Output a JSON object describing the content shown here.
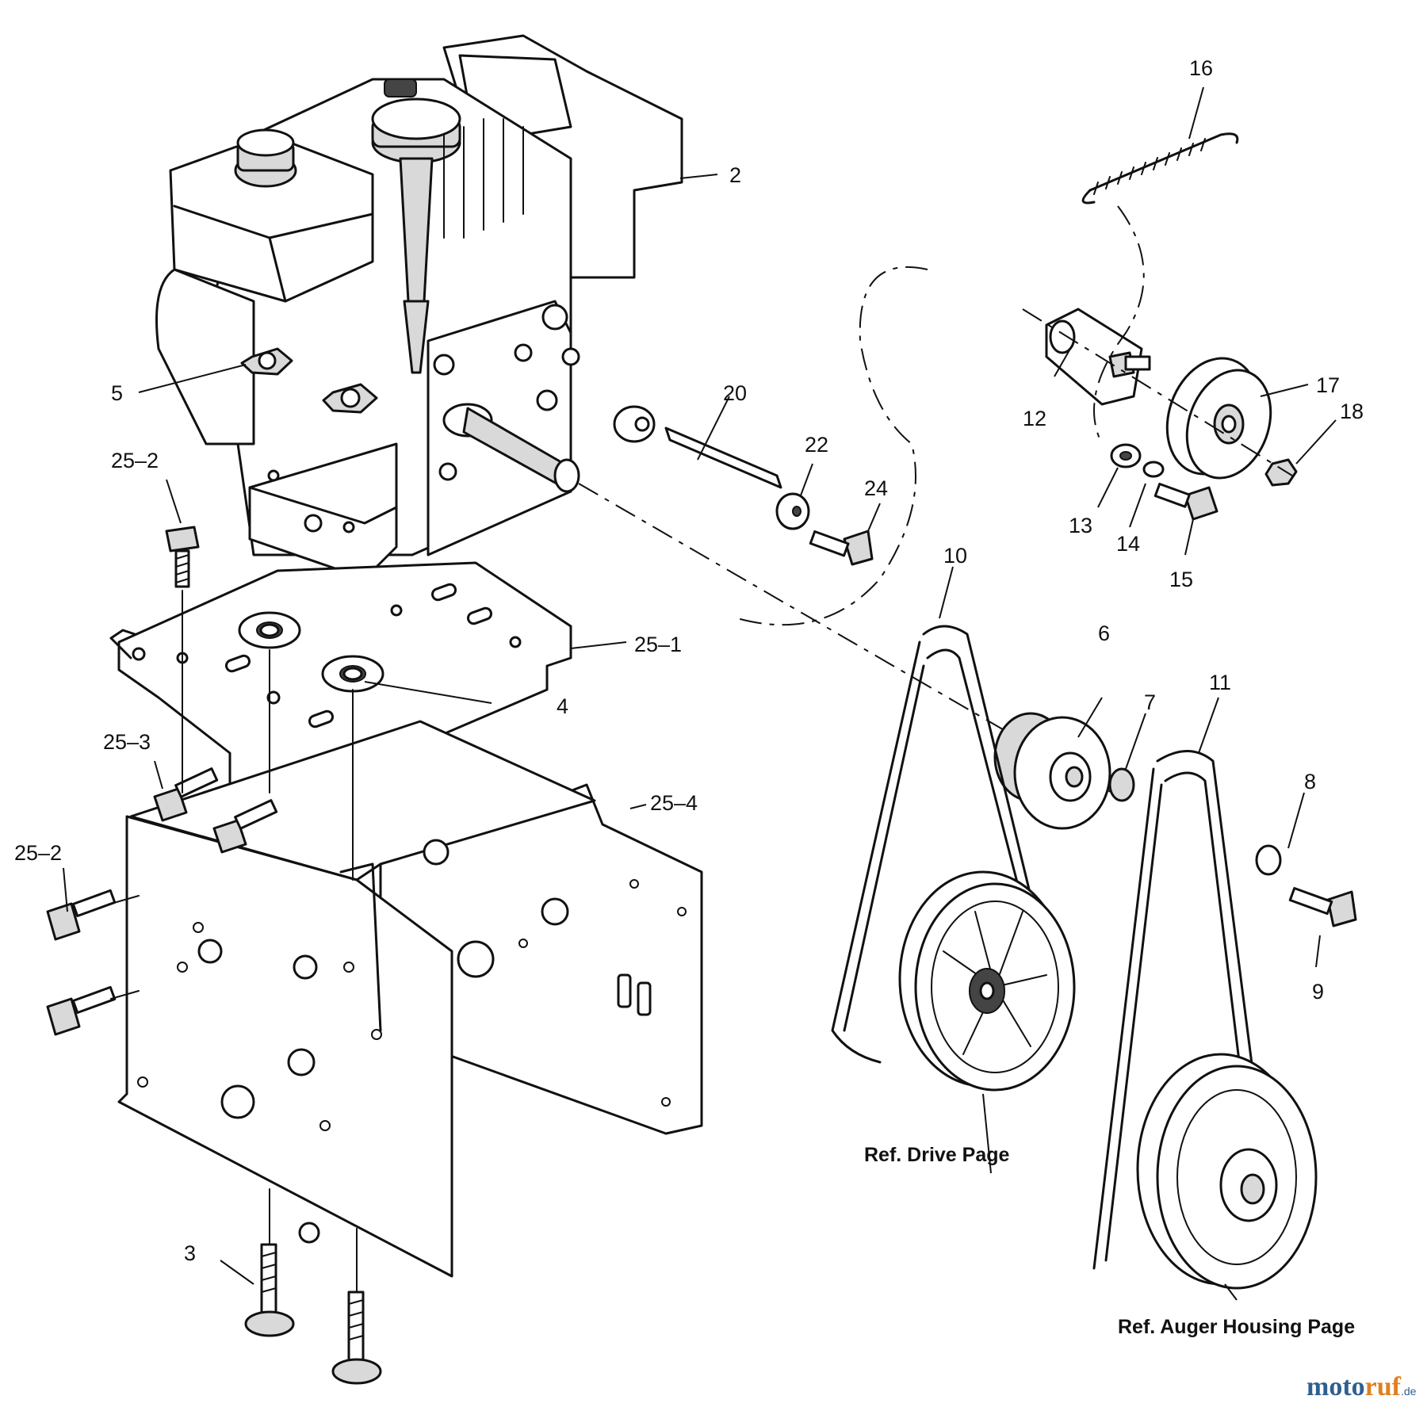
{
  "callouts": {
    "c2": "2",
    "c3": "3",
    "c4": "4",
    "c5": "5",
    "c6": "6",
    "c7": "7",
    "c8": "8",
    "c9": "9",
    "c10": "10",
    "c11": "11",
    "c12": "12",
    "c13": "13",
    "c14": "14",
    "c15": "15",
    "c16": "16",
    "c17": "17",
    "c18": "18",
    "c20": "20",
    "c22": "22",
    "c24": "24",
    "c25_1": "25–1",
    "c25_2a": "25–2",
    "c25_2b": "25–2",
    "c25_3": "25–3",
    "c25_4": "25–4"
  },
  "references": {
    "drive": "Ref. Drive Page",
    "auger": "Ref. Auger Housing Page"
  },
  "watermark": {
    "part1": "moto",
    "part2": "ruf",
    "part3": ".de"
  }
}
